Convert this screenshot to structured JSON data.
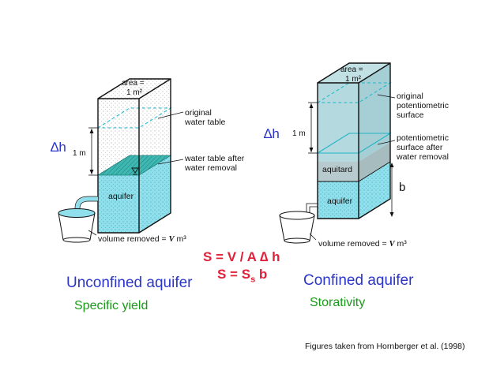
{
  "left_figure": {
    "area_line1": "area =",
    "area_line2": "1 m²",
    "label_original_line1": "original",
    "label_original_line2": "water table",
    "delta_h": "∆h",
    "one_m": "1 m",
    "label_after_line1": "water table after",
    "label_after_line2": "water removal",
    "aquifer": "aquifer",
    "volume_prefix": "volume removed = ",
    "volume_var": "V",
    "volume_unit": " m³"
  },
  "right_figure": {
    "area_line1": "area =",
    "area_line2": "1 m²",
    "label_original_line1": "original",
    "label_original_line2": "potentiometric",
    "label_original_line3": "surface",
    "delta_h": "∆h",
    "one_m": "1 m",
    "label_after_line1": "potentiometric",
    "label_after_line2": "surface after",
    "label_after_line3": "water removal",
    "aquitard": "aquitard",
    "aquifer": "aquifer",
    "b_label": "b",
    "volume_prefix": "volume removed = ",
    "volume_var": "V",
    "volume_unit": " m³"
  },
  "equations": {
    "eq1": "S = V / A ∆ h",
    "eq2_prefix": "S = S",
    "eq2_sub": "s",
    "eq2_suffix": " b"
  },
  "captions": {
    "unconfined_title": "Unconfined aquifer",
    "unconfined_sub": "Specific yield",
    "confined_title": "Confined aquifer",
    "confined_sub": "Storativity"
  },
  "credit": "Figures taken from Hornberger et al. (1998)",
  "colors": {
    "water": "#8fe0ec",
    "confined_fill": "#b4d9de",
    "title_blue": "#2b35c8",
    "equation_red": "#e0213a",
    "subtitle_green": "#1a9a1a"
  }
}
